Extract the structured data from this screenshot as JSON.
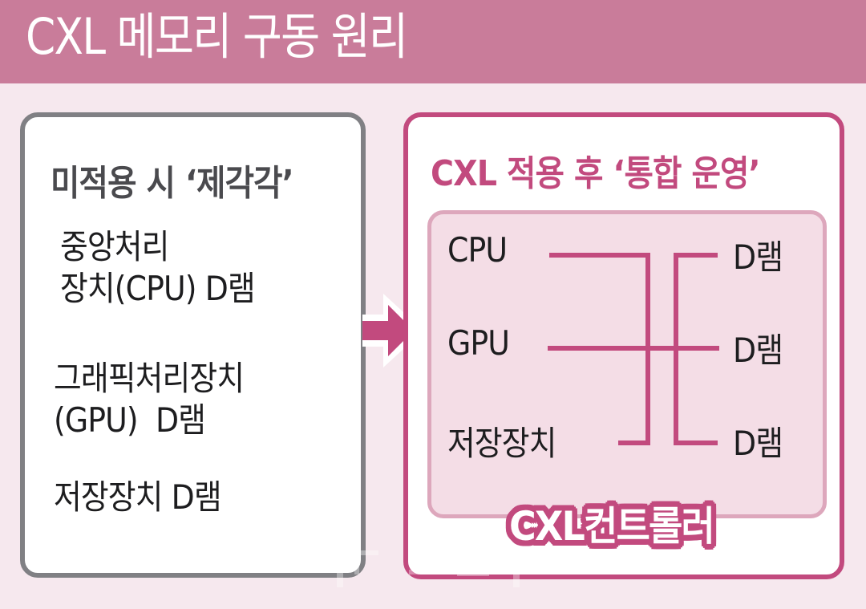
{
  "header": {
    "title": "CXL 메모리 구동 원리"
  },
  "left_panel": {
    "heading": "미적용 시 ‘제각각’",
    "items": [
      {
        "lines": [
          "중앙처리",
          "장치(CPU) D램"
        ]
      },
      {
        "lines": [
          "그래픽처리장치",
          "(GPU)  D램"
        ]
      },
      {
        "lines": [
          "저장장치 D램"
        ]
      }
    ]
  },
  "arrow": {
    "icon": "right-arrow-icon",
    "color": "#c24a7e"
  },
  "right_panel": {
    "heading": "CXL 적용 후 ‘통합 운영’",
    "sources": [
      "CPU",
      "GPU",
      "저장장치"
    ],
    "targets": [
      "D램",
      "D램",
      "D램"
    ],
    "controller_label": "CXL컨트롤러"
  },
  "colors": {
    "header_bg": "#c97c9a",
    "page_bg": "#f6e8ee",
    "accent": "#c24a7e",
    "left_border": "#808084",
    "inner_bg": "#f4dde6",
    "inner_border": "#dda7bc"
  }
}
